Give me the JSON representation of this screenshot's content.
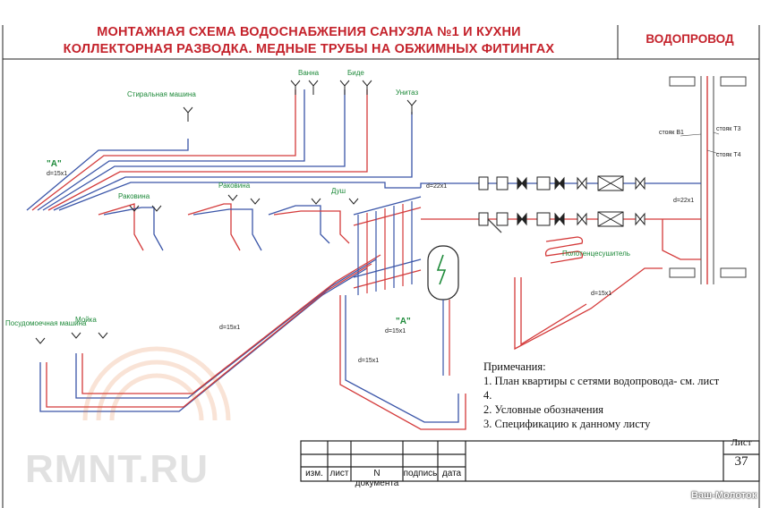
{
  "title": {
    "line1": "МОНТАЖНАЯ СХЕМА ВОДОСНАБЖЕНИЯ САНУЗЛА №1 И КУХНИ",
    "line2": "КОЛЛЕКТОРНАЯ РАЗВОДКА.  МЕДНЫЕ ТРУБЫ НА ОБЖИМНЫХ ФИТИНГАХ"
  },
  "section": "ВОДОПРОВОД",
  "fixtures": {
    "washer": "Стиральная машина",
    "bath": "Ванна",
    "bidet": "Биде",
    "toilet": "Унитаз",
    "sink1": "Раковина",
    "sink2": "Раковина",
    "shower": "Душ",
    "dishwasher": "Посудомоечная машина",
    "kitchen_sink": "Мойка",
    "towel_rail": "Полотенцесушитель"
  },
  "labels": {
    "A1": "\"А\"",
    "A1_dim": "d=15x1",
    "A2": "\"А\"",
    "A2_dim": "d=15x1",
    "pipe_15": "d=15x1",
    "pipe_15b": "d=15x1",
    "pipe_15c": "d=15x1",
    "pipe_22a": "d=22x1",
    "pipe_22b": "d=22x1",
    "riser_b1": "стояк В1",
    "riser_t3": "стояк Т3",
    "riser_t4": "стояк Т4"
  },
  "notes": {
    "heading": "Примечания:",
    "n1": "1. План квартиры с сетями водопровода-  см. лист",
    "n2": "4.",
    "n3": "2. Условные обозначения",
    "n4": "3. Спецификацию  к данному листу"
  },
  "title_block": {
    "col1": "изм.",
    "col2": "лист",
    "col3": "N документа",
    "col4": "подпись",
    "col5": "дата",
    "sheet_label": "Лист",
    "sheet_number": "37"
  },
  "watermark": "RMNT.RU",
  "logo": "Ваш-Молоток",
  "colors": {
    "title": "#c4222b",
    "cold": "#3a55a8",
    "hot": "#d43a3a",
    "fixture_label": "#1e8a3a",
    "frame": "#222222"
  }
}
